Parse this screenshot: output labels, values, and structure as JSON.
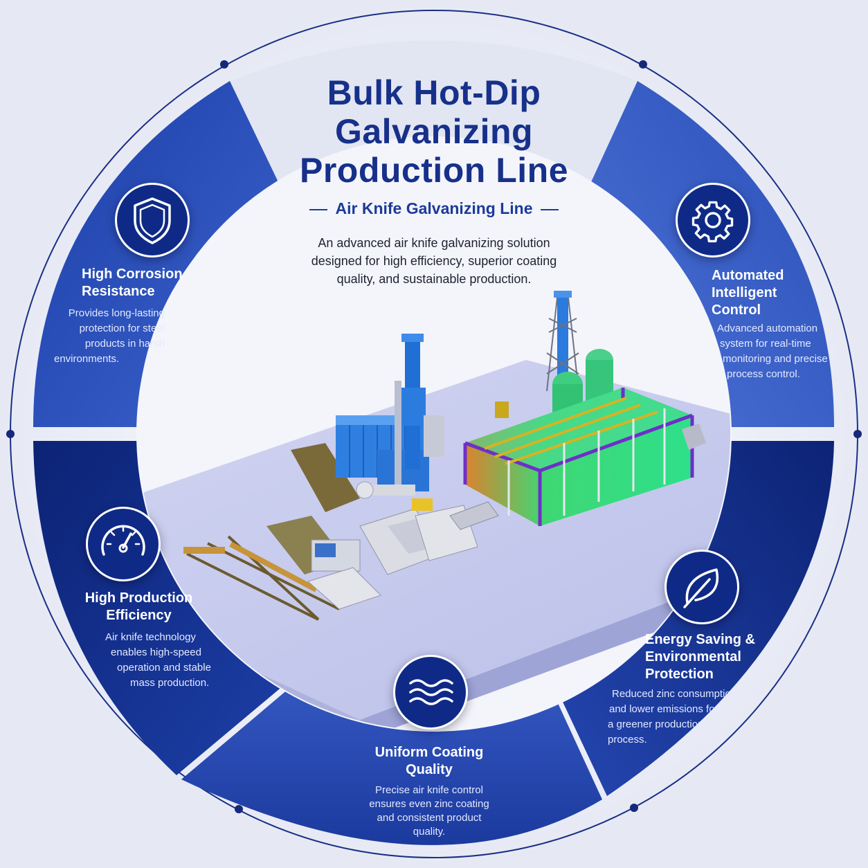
{
  "header": {
    "title_lines": [
      "Bulk Hot-Dip",
      "Galvanizing",
      "Production Line"
    ],
    "subtitle": "Air Knife Galvanizing Line",
    "description_lines": [
      "An advanced air knife galvanizing solution",
      "designed for high efficiency, superior coating",
      "quality, and sustainable production."
    ]
  },
  "features": [
    {
      "id": "corrosion",
      "icon": "shield-icon",
      "title_lines": [
        "High Corrosion",
        "Resistance"
      ],
      "desc_lines": [
        "Provides long-lasting",
        "protection for steel",
        "products in harsh",
        "environments."
      ]
    },
    {
      "id": "automation",
      "icon": "gear-icon",
      "title_lines": [
        "Automated",
        "Intelligent",
        "Control"
      ],
      "desc_lines": [
        "Advanced automation",
        "system for real-time",
        "monitoring and precise",
        "process control."
      ]
    },
    {
      "id": "efficiency",
      "icon": "gauge-icon",
      "title_lines": [
        "High Production",
        "Efficiency"
      ],
      "desc_lines": [
        "Air knife technology",
        "enables high-speed",
        "operation and stable",
        "mass production."
      ]
    },
    {
      "id": "energy",
      "icon": "leaf-icon",
      "title_lines": [
        "Energy Saving &",
        "Environmental",
        "Protection"
      ],
      "desc_lines": [
        "Reduced zinc consumption",
        "and lower emissions for",
        "a greener production",
        "process."
      ]
    },
    {
      "id": "coating",
      "icon": "waves-icon",
      "title_lines": [
        "Uniform Coating",
        "Quality"
      ],
      "desc_lines": [
        "Precise air knife control",
        "ensures even zinc coating",
        "and consistent product",
        "quality."
      ]
    }
  ],
  "colors": {
    "primary": "#17308a",
    "segment_dark": "#0f2a86",
    "segment_light": "#3a5fc8",
    "background": "#eef0f7",
    "platform": "#c4c8ec"
  }
}
